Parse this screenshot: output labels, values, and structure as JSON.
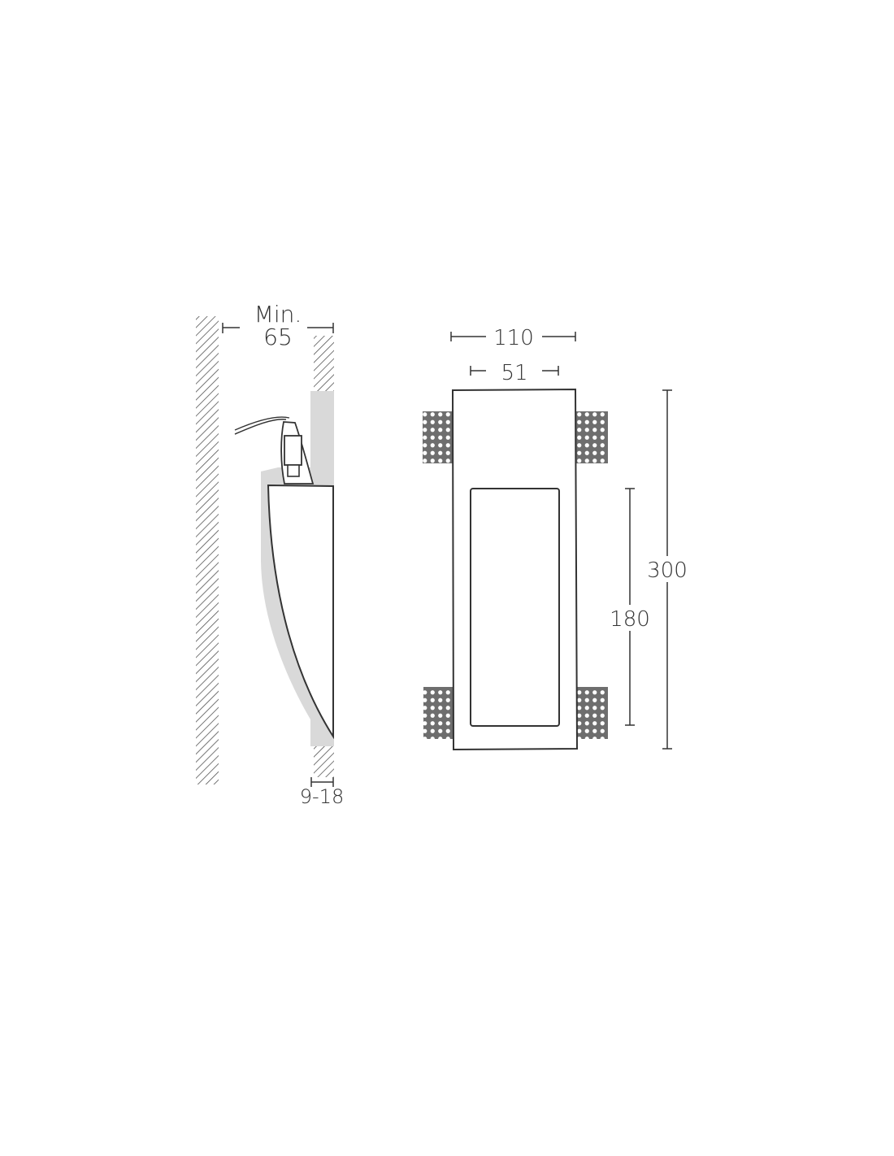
{
  "side_view": {
    "min_label": "Min.",
    "depth_value": "65",
    "thickness_value": "9-18"
  },
  "front_view": {
    "width_outer": "110",
    "width_inner": "51",
    "height_outer": "300",
    "height_inner": "180"
  },
  "colors": {
    "stroke": "#333333",
    "shadow": "#d9d9d9",
    "mesh": "#6e6e6e",
    "hatch": "#555555"
  }
}
